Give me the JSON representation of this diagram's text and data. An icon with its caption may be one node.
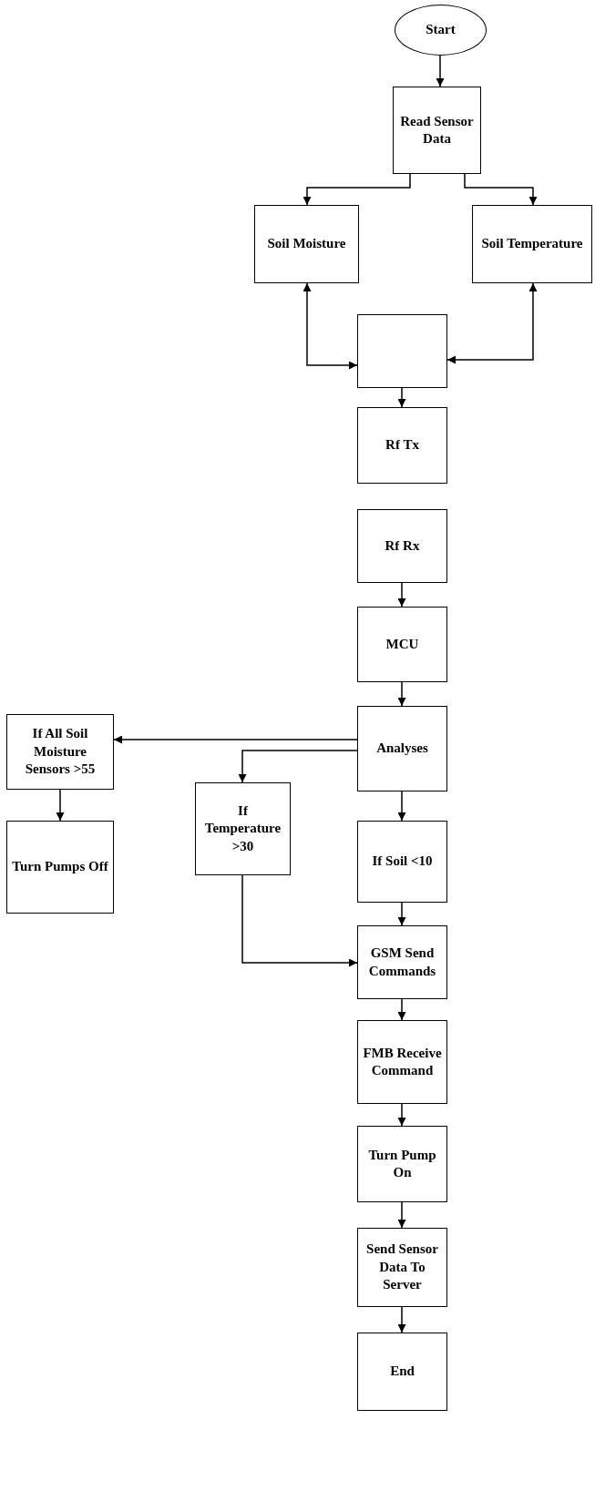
{
  "diagram": {
    "nodes": [
      {
        "text": [
          "Start"
        ]
      },
      {
        "text": [
          "Read Sensor Data"
        ]
      },
      {
        "text": [
          "Soil Moisture"
        ]
      },
      {
        "text": [
          "Soil Temperature"
        ]
      },
      {
        "text": [],
        "shape": "box"
      },
      {
        "text": [
          "Rf Tx"
        ]
      },
      {
        "text": [
          "Rf Rx"
        ]
      },
      {
        "text": [
          "MCU"
        ]
      },
      {
        "text": [
          "Analyses"
        ]
      },
      {
        "text": [
          "If All Soil Moisture Sensors >55"
        ]
      },
      {
        "text": [
          "Turn Pumps Off"
        ]
      },
      {
        "text": [
          "If Temperature >30"
        ]
      },
      {
        "text": [
          "If Soil <10"
        ]
      },
      {
        "text": [
          "GSM Send Commands"
        ]
      },
      {
        "text": [
          "FMB Receive Command"
        ]
      },
      {
        "text": [
          "Turn Pump On"
        ]
      },
      {
        "text": [
          "Send Sensor Data To Server"
        ]
      },
      {
        "text": [
          "End"
        ]
      }
    ],
    "edges": [
      {
        "from": 0,
        "to": 1,
        "arrow": "to"
      },
      {
        "from": 1,
        "to": 2,
        "arrow": "to"
      },
      {
        "from": 1,
        "to": 3,
        "arrow": "to"
      },
      {
        "from": 2,
        "to": 4,
        "arrow": "both"
      },
      {
        "from": 3,
        "to": 4,
        "arrow": "both"
      },
      {
        "from": 4,
        "to": 5,
        "arrow": "to"
      },
      {
        "from": 6,
        "to": 7,
        "arrow": "to"
      },
      {
        "from": 7,
        "to": 8,
        "arrow": "to"
      },
      {
        "from": 8,
        "to": 9,
        "arrow": "to"
      },
      {
        "from": 9,
        "to": 10,
        "arrow": "to"
      },
      {
        "from": 8,
        "to": 11,
        "arrow": "to"
      },
      {
        "from": 8,
        "to": 12,
        "arrow": "to"
      },
      {
        "from": 11,
        "to": 13,
        "arrow": "to"
      },
      {
        "from": 12,
        "to": 13,
        "arrow": "to"
      },
      {
        "from": 13,
        "to": 14,
        "arrow": "to"
      },
      {
        "from": 14,
        "to": 15,
        "arrow": "to"
      },
      {
        "from": 15,
        "to": 16,
        "arrow": "to"
      },
      {
        "from": 16,
        "to": 17,
        "arrow": "to"
      }
    ]
  }
}
